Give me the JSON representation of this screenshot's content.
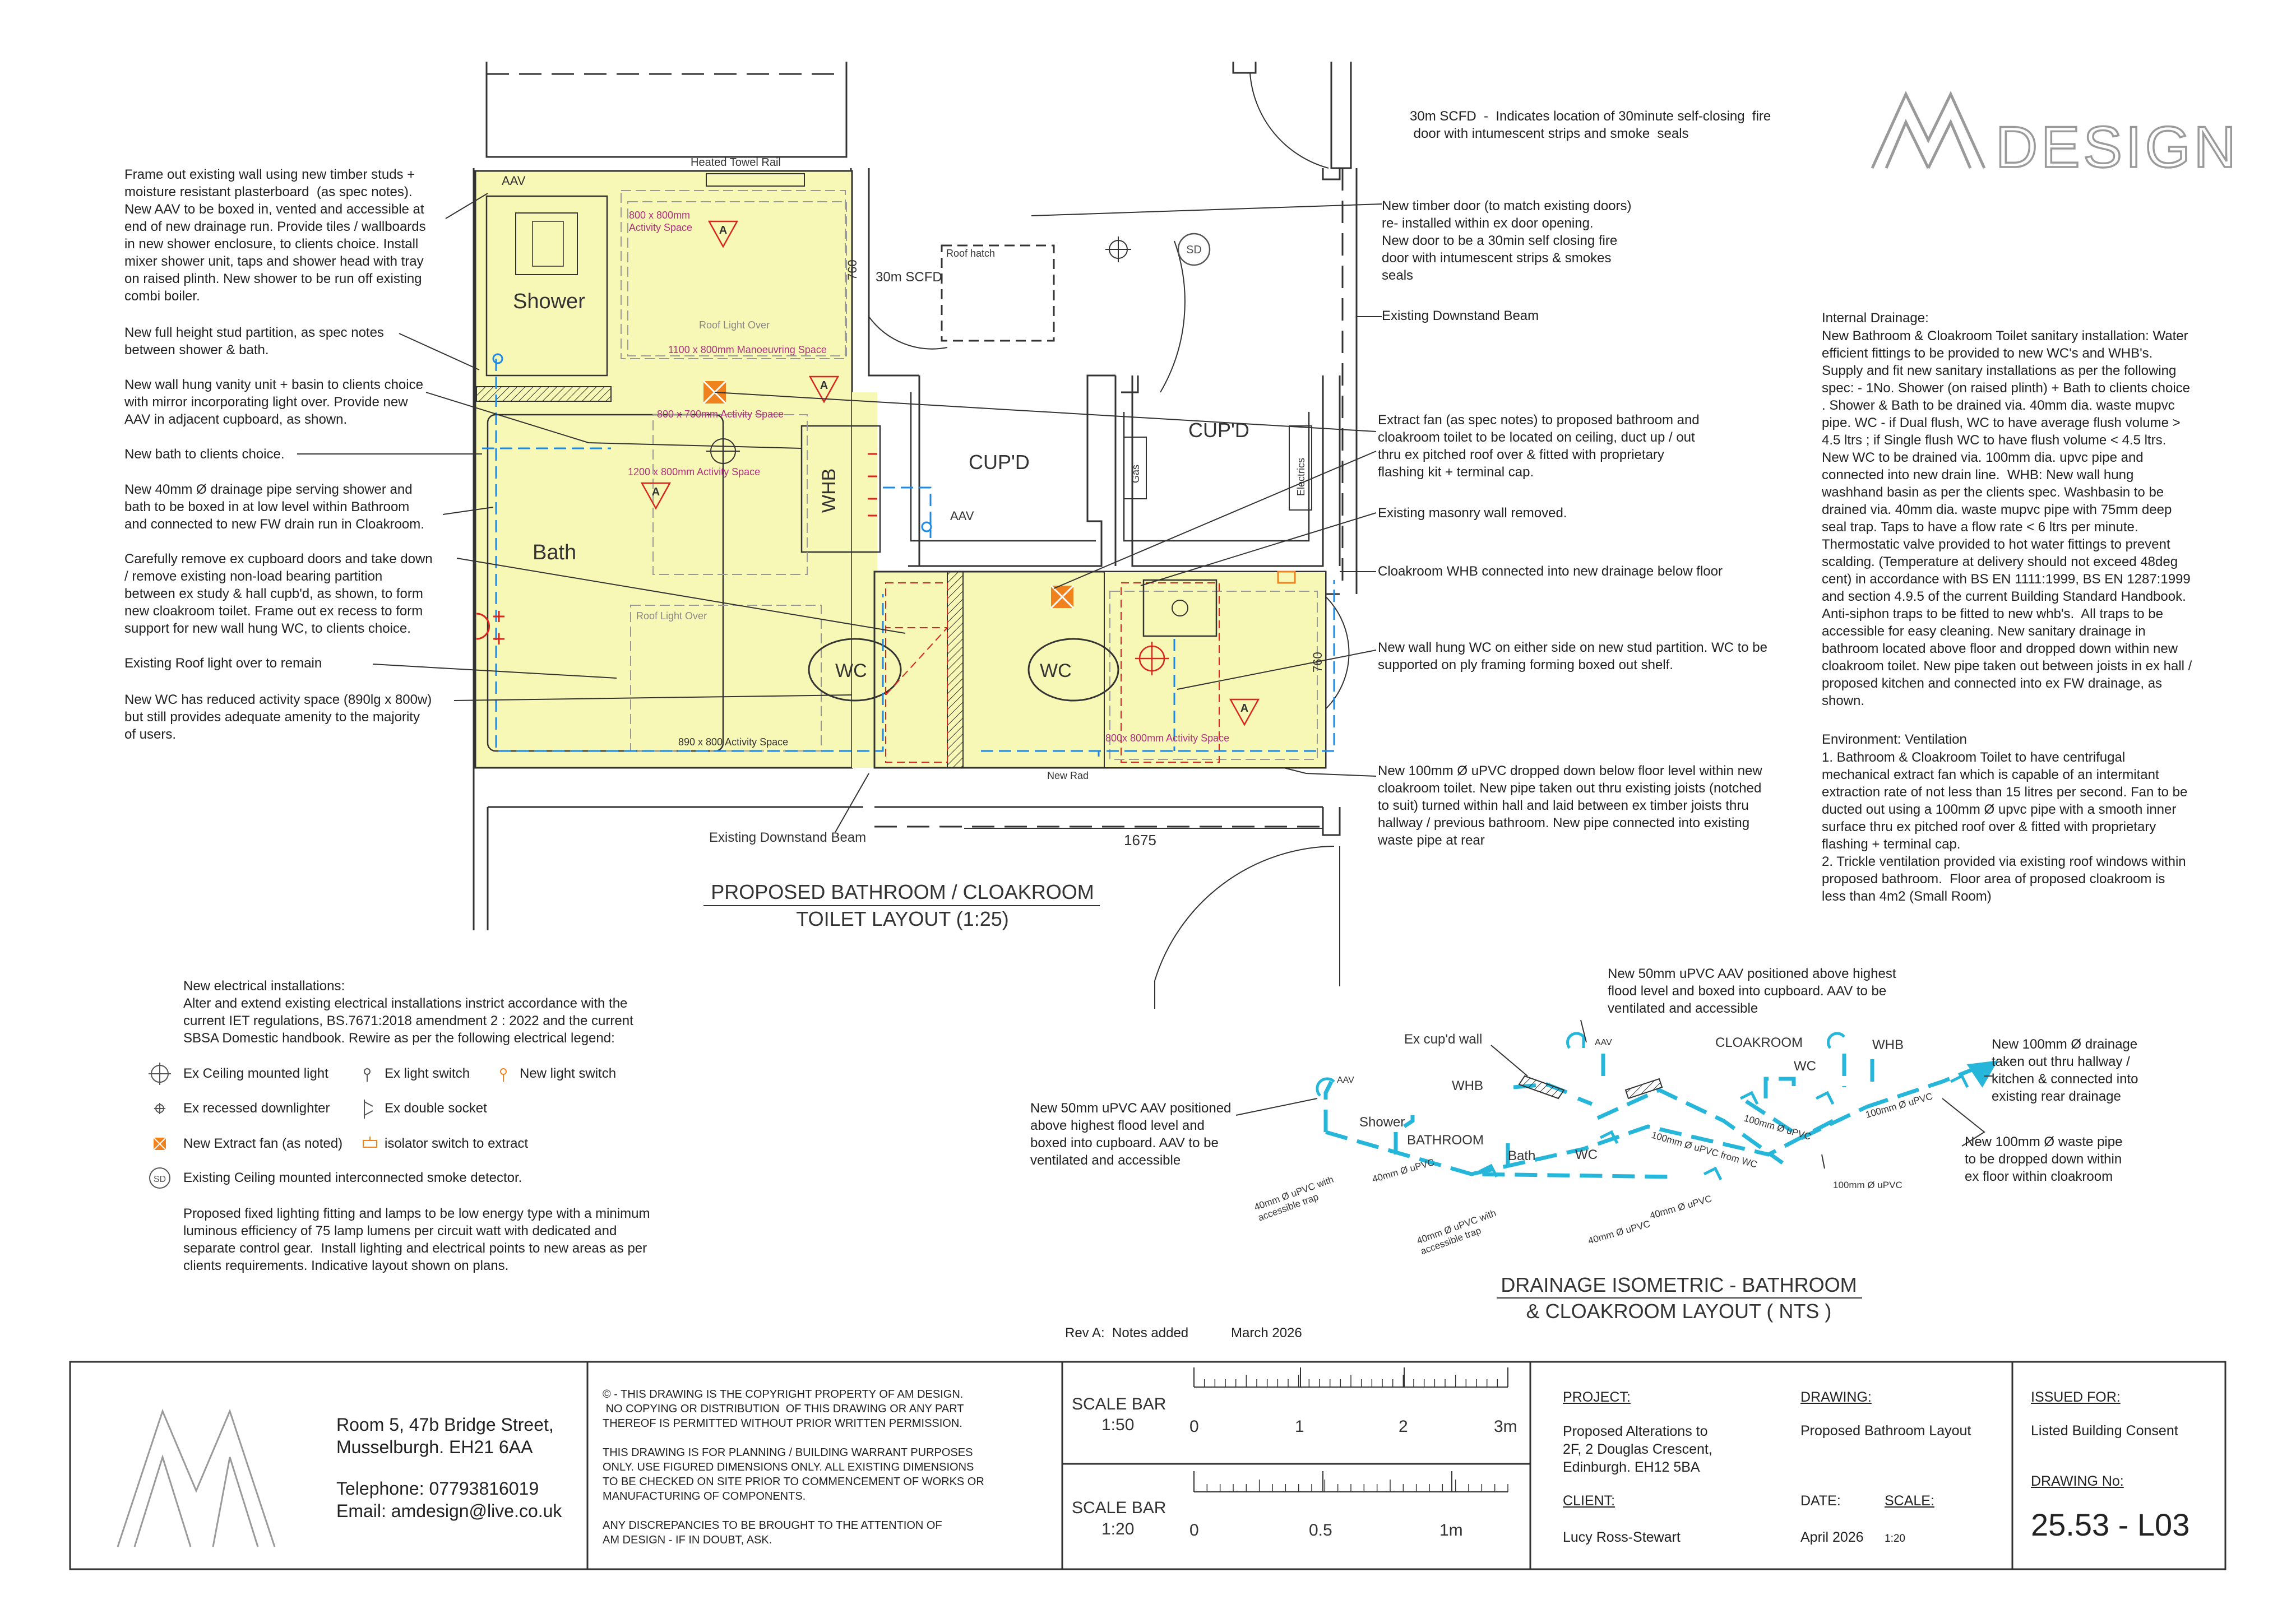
{
  "colors": {
    "room_fill": "#f8f8b6",
    "drain": "#1e88e5",
    "iso_pipe": "#26b6d9",
    "orange": "#f0821e",
    "magenta": "#b03080",
    "red": "#d8261d",
    "line": "#333333",
    "logo": "#9a9a9a"
  },
  "logo": {
    "mark": "AM",
    "word": "DESIGN"
  },
  "fire_door_note": "30m SCFD  -  Indicates location of 30minute self-closing  fire\n door with intumescent strips and smoke  seals",
  "left_notes": [
    "Frame out existing wall using new timber studs +\nmoisture resistant plasterboard  (as spec notes).\nNew AAV to be boxed in, vented and accessible at\nend of new drainage run. Provide tiles / wallboards\nin new shower enclosure, to clients choice. Install\nmixer shower unit, taps and shower head with tray\non raised plinth. New shower to be run off existing\ncombi boiler.",
    "New full height stud partition, as spec notes\nbetween shower & bath.",
    "New wall hung vanity unit + basin to clients choice\nwith mirror incorporating light over. Provide new\nAAV in adjacent cupboard, as shown.",
    "New bath to clients choice.",
    "New 40mm Ø drainage pipe serving shower and\nbath to be boxed in at low level within Bathroom\nand connected to new FW drain run in Cloakroom.",
    "Carefully remove ex cupboard doors and take down\n/ remove existing non-load bearing partition\nbetween ex study & hall cupb'd, as shown, to form\nnew cloakroom toilet. Frame out ex recess to form\nsupport for new wall hung WC, to clients choice.",
    "Existing Roof light over to remain",
    "New WC has reduced activity space (890lg x 800w)\nbut still provides adequate amenity to the majority\nof users."
  ],
  "right_notes": [
    "New timber door (to match existing doors)\nre- installed within ex door opening.\nNew door to be a 30min self closing fire\ndoor with intumescent strips & smokes\nseals",
    "Existing Downstand Beam",
    "Extract fan (as spec notes) to proposed bathroom and\ncloakroom toilet to be located on ceiling, duct up / out\nthru ex pitched roof over & fitted with proprietary\nflashing kit + terminal cap.",
    "Existing masonry wall removed.",
    "Cloakroom WHB connected into new drainage below floor",
    "New wall hung WC on either side on new stud partition. WC to be\nsupported on ply framing forming boxed out shelf.",
    "New 100mm Ø uPVC dropped down below floor level within new\ncloakroom toilet. New pipe taken out thru existing joists (notched\nto suit) turned within hall and laid between ex timber joists thru\nhallway / previous bathroom. New pipe connected into existing\nwaste pipe at rear"
  ],
  "spec": {
    "drainage_title": "Internal Drainage:",
    "drainage": "New Bathroom & Cloakroom Toilet sanitary installation: Water\nefficient fittings to be provided to new WC's and WHB's.\nSupply and fit new sanitary installations as per the following\nspec: - 1No. Shower (on raised plinth) + Bath to clients choice\n. Shower & Bath to be drained via. 40mm dia. waste mupvc\npipe. WC - if Dual flush, WC to have average flush volume >\n4.5 ltrs ; if Single flush WC to have flush volume < 4.5 ltrs.\nNew WC to be drained via. 100mm dia. upvc pipe and\nconnected into new drain line.  WHB: New wall hung\nwashhand basin as per the clients spec. Washbasin to be\ndrained via. 40mm dia. waste mupvc pipe with 75mm deep\nseal trap. Taps to have a flow rate < 6 ltrs per minute.\nThermostatic valve provided to hot water fittings to prevent\nscalding. (Temperature at delivery should not exceed 48deg\ncent) in accordance with BS EN 1111:1999, BS EN 1287:1999\nand section 4.9.5 of the current Building Standard Handbook.\nAnti-siphon traps to be fitted to new whb's.  All traps to be\naccessible for easy cleaning. New sanitary drainage in\nbathroom located above floor and dropped down within new\ncloakroom toilet. New pipe taken out between joists in ex hall /\nproposed kitchen and connected into ex FW drainage, as\nshown.",
    "vent_title": "Environment: Ventilation",
    "vent": "1. Bathroom & Cloakroom Toilet to have centrifugal\nmechanical extract fan which is capable of an intermitant\nextraction rate of not less than 15 litres per second. Fan to be\nducted out using a 100mm Ø upvc pipe with a smooth inner\nsurface thru ex pitched roof over & fitted with proprietary\nflashing + terminal cap.\n2. Trickle ventilation provided via existing roof windows within\nproposed bathroom.  Floor area of proposed cloakroom is\nless than 4m2 (Small Room)"
  },
  "plan": {
    "shower": "Shower",
    "bath": "Bath",
    "whb": "WHB",
    "wc": "WC",
    "cupd": "CUP'D",
    "aav": "AAV",
    "heated_towel_rail": "Heated Towel Rail",
    "roof_hatch": "Roof hatch",
    "scfd": "30m SCFD",
    "sd": "SD",
    "gas": "Gas",
    "electrics": "Electrics",
    "new_rad": "New Rad",
    "roof_light_over": "Roof Light Over",
    "act_800": "800 x 800mm\nActivity Space",
    "manoeuvring": "1100 x 800mm Manoeuvring Space",
    "act_800x700": "800 x 700mm Activity Space",
    "act_1200": "1200 x 800mm Activity Space",
    "act_890": "890 x 800 Activity Space",
    "act_800b": "800x 800mm Activity Space",
    "dim_760": "760",
    "dim_1675": "1675",
    "downstand": "Existing Downstand Beam",
    "activity_symbol": "A"
  },
  "plan_title": {
    "line1": "PROPOSED BATHROOM / CLOAKROOM",
    "line2": "TOILET LAYOUT  (1:25)"
  },
  "electrical": {
    "intro": "New electrical installations:\nAlter and extend existing electrical installations instrict accordance with the\ncurrent IET regulations, BS.7671:2018 amendment 2 : 2022 and the current\nSBSA Domestic handbook. Rewire as per the following electrical legend:",
    "legend": [
      {
        "icon": "ceiling-light-icon",
        "label": "Ex Ceiling mounted light"
      },
      {
        "icon": "light-switch-icon",
        "label": "Ex light switch"
      },
      {
        "icon": "new-light-switch-icon",
        "label": "New light switch"
      },
      {
        "icon": "downlighter-icon",
        "label": "Ex recessed downlighter"
      },
      {
        "icon": "double-socket-icon",
        "label": "Ex double socket"
      },
      {
        "icon": "extract-fan-icon",
        "label": "New Extract fan (as noted)"
      },
      {
        "icon": "isolator-switch-icon",
        "label": "isolator switch to extract"
      },
      {
        "icon": "smoke-detector-icon",
        "label": "Existing Ceiling mounted interconnected smoke detector."
      }
    ],
    "outro": "Proposed fixed lighting fitting and lamps to be low energy type with a minimum\nluminous efficiency of 75 lamp lumens per circuit watt with dedicated and\nseparate control gear.  Install lighting and electrical points to new areas as per\nclients requirements. Indicative layout shown on plans."
  },
  "iso": {
    "note_aav_top": "New 50mm uPVC AAV positioned above highest\nflood level and boxed into cupboard. AAV to be\nventilated and accessible",
    "note_aav_left": "New 50mm uPVC AAV positioned\nabove highest flood level and\nboxed into cupboard. AAV to be\nventilated and accessible",
    "note_out": "New 100mm Ø drainage\ntaken out thru hallway /\nkitchen & connected into\nexisting rear drainage",
    "note_drop": "New 100mm Ø waste pipe\nto be dropped down within\nex floor within cloakroom",
    "ex_cupd_wall": "Ex cup'd wall",
    "cloakroom": "CLOAKROOM",
    "bathroom": "BATHROOM",
    "whb": "WHB",
    "wc": "WC",
    "shower": "Shower",
    "bath": "Bath",
    "aav": "AAV",
    "p40_trap": "40mm Ø uPVC with\naccessible trap",
    "p40": "40mm Ø uPVC",
    "p100_wc": "100mm Ø uPVC from WC",
    "p100": "100mm Ø uPVC",
    "title1": "DRAINAGE ISOMETRIC - BATHROOM",
    "title2": "& CLOAKROOM LAYOUT ( NTS )"
  },
  "revision": {
    "rev": "Rev A:  Notes added",
    "date": "March 2026"
  },
  "title_block": {
    "address": "Room 5, 47b Bridge Street,\nMusselburgh. EH21 6AA",
    "phone": "Telephone: 07793816019",
    "email": "Email: amdesign@live.co.uk",
    "copyright": "© - THIS DRAWING IS THE COPYRIGHT PROPERTY OF AM DESIGN.\n NO COPYING OR DISTRIBUTION  OF THIS DRAWING OR ANY PART\nTHEREOF IS PERMITTED WITHOUT PRIOR WRITTEN PERMISSION.\n\nTHIS DRAWING IS FOR PLANNING / BUILDING WARRANT PURPOSES\nONLY. USE FIGURED DIMENSIONS ONLY. ALL EXISTING DIMENSIONS\nTO BE CHECKED ON SITE PRIOR TO COMMENCEMENT OF WORKS OR\nMANUFACTURING OF COMPONENTS.\n\nANY DISCREPANCIES TO BE BROUGHT TO THE ATTENTION OF\nAM DESIGN - IF IN DOUBT, ASK.",
    "scale_bar_label": "SCALE BAR",
    "scale_50": {
      "ratio": "1:50",
      "ticks": [
        "0",
        "1",
        "2",
        "3m"
      ]
    },
    "scale_20": {
      "ratio": "1:20",
      "ticks": [
        "0",
        "0.5",
        "1m"
      ]
    },
    "project_label": "PROJECT:",
    "project": "Proposed Alterations to\n2F, 2 Douglas Crescent,\nEdinburgh. EH12 5BA",
    "drawing_label": "DRAWING:",
    "drawing": "Proposed Bathroom Layout",
    "issued_label": "ISSUED FOR:",
    "issued": "Listed Building Consent",
    "client_label": "CLIENT:",
    "client": "Lucy Ross-Stewart",
    "date_label": "DATE:",
    "date": "April 2026",
    "scale_label": "SCALE:",
    "scale": "1:20",
    "drawing_no_label": "DRAWING No:",
    "drawing_no": "25.53 - L03"
  }
}
